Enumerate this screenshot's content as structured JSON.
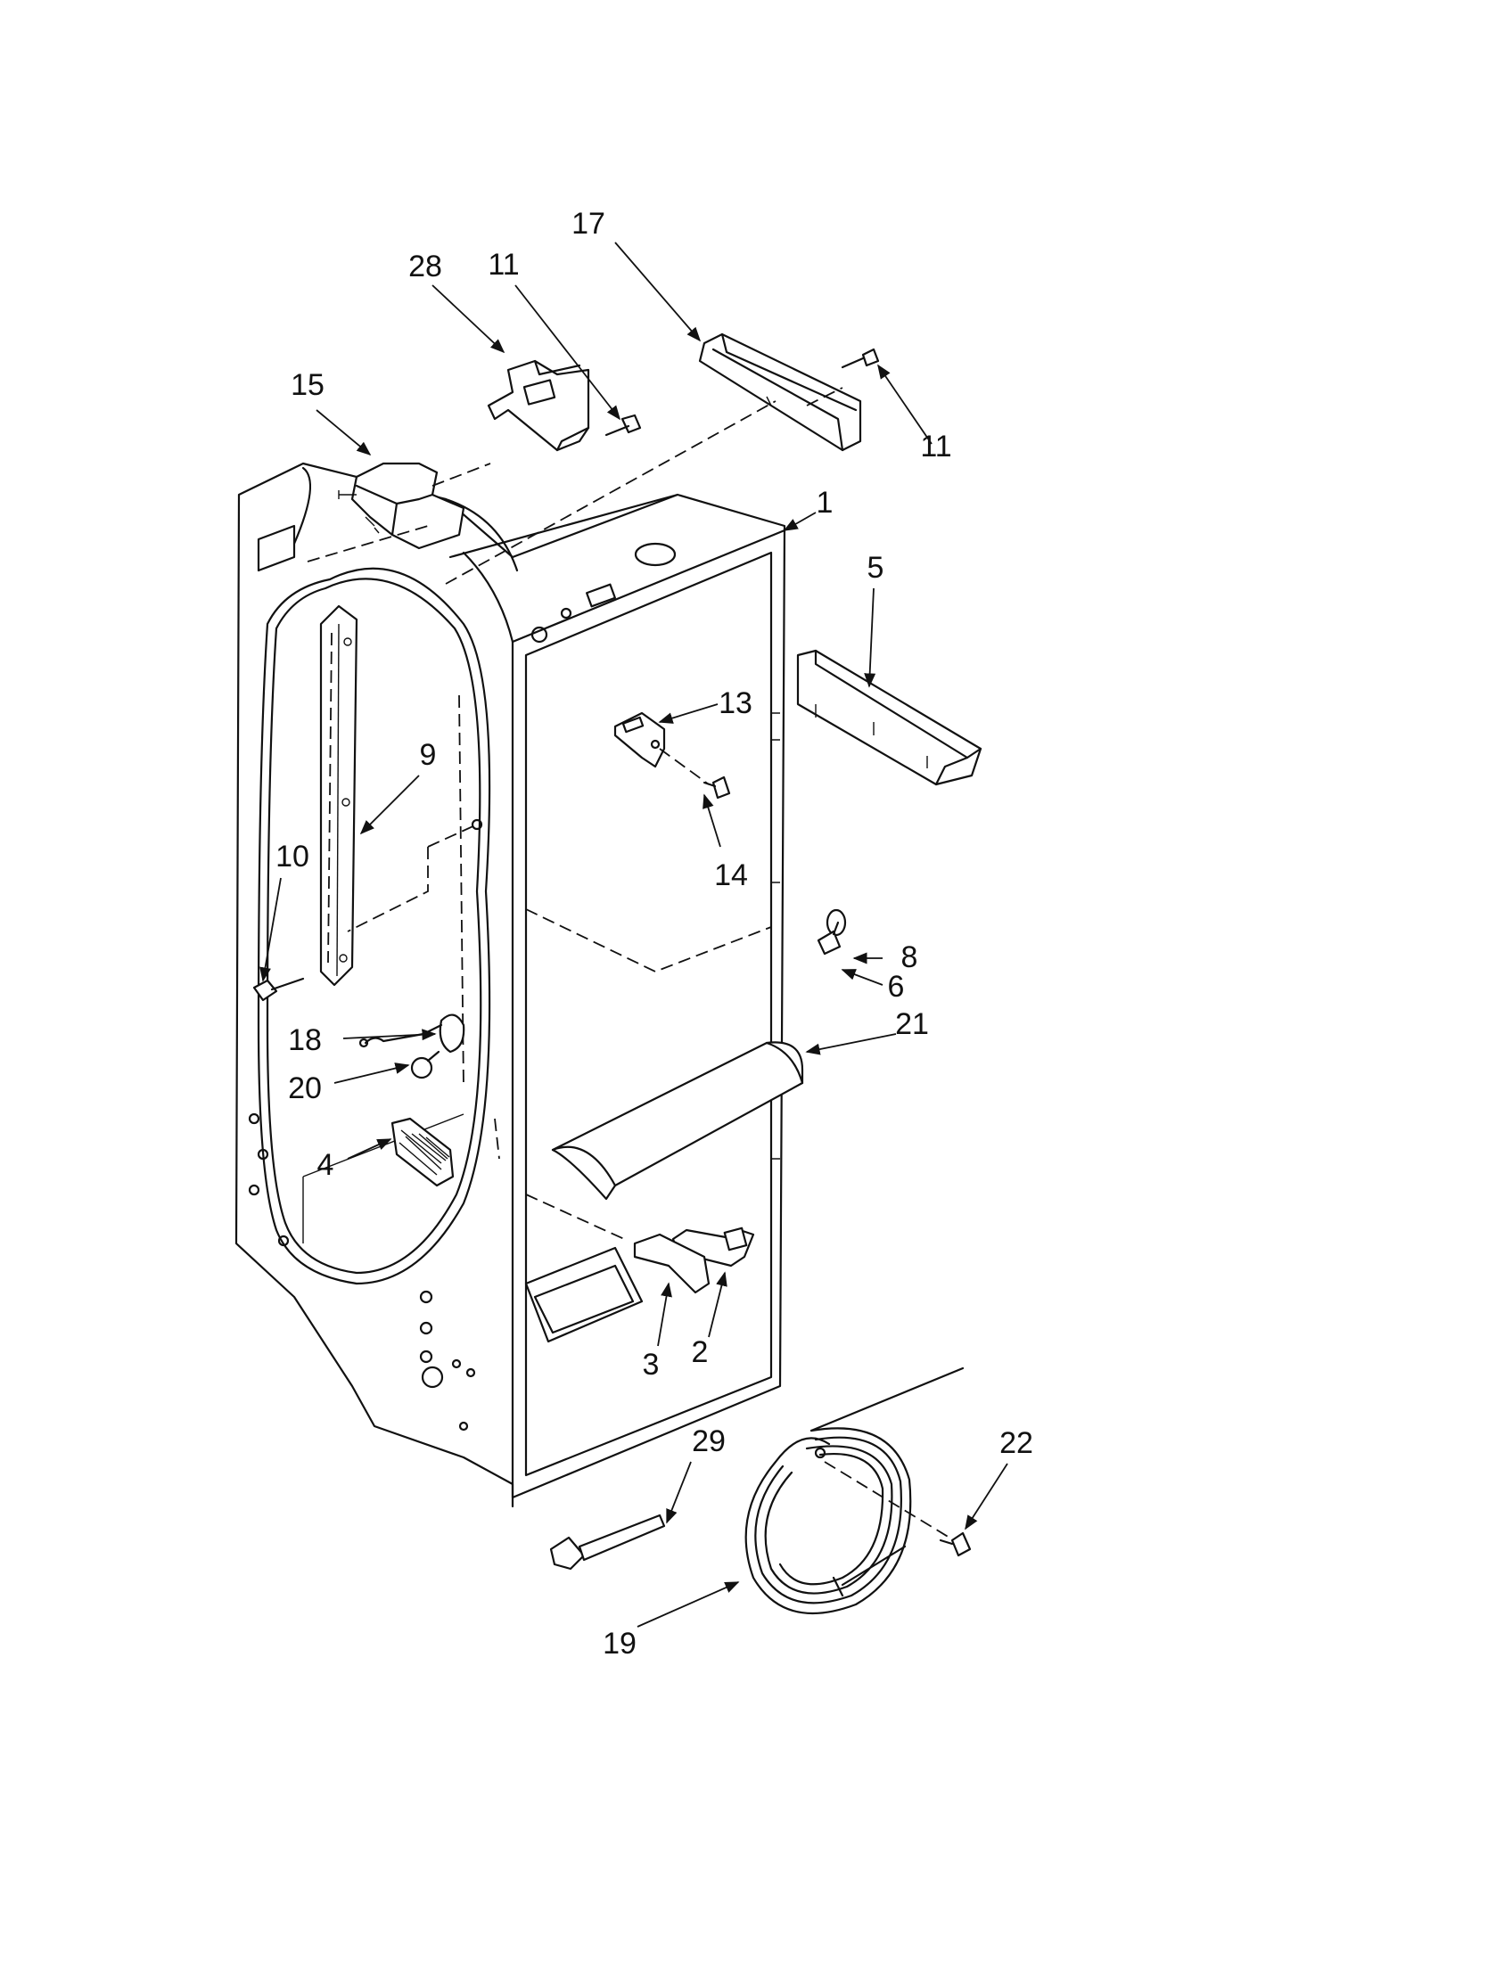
{
  "callouts": [
    {
      "id": "1",
      "label": "1"
    },
    {
      "id": "2",
      "label": "2"
    },
    {
      "id": "3",
      "label": "3"
    },
    {
      "id": "4",
      "label": "4"
    },
    {
      "id": "5",
      "label": "5"
    },
    {
      "id": "6",
      "label": "6"
    },
    {
      "id": "8",
      "label": "8"
    },
    {
      "id": "9",
      "label": "9"
    },
    {
      "id": "10",
      "label": "10"
    },
    {
      "id": "11a",
      "label": "11"
    },
    {
      "id": "11b",
      "label": "11"
    },
    {
      "id": "13",
      "label": "13"
    },
    {
      "id": "14",
      "label": "14"
    },
    {
      "id": "15",
      "label": "15"
    },
    {
      "id": "17",
      "label": "17"
    },
    {
      "id": "18",
      "label": "18"
    },
    {
      "id": "19",
      "label": "19"
    },
    {
      "id": "20",
      "label": "20"
    },
    {
      "id": "21",
      "label": "21"
    },
    {
      "id": "22",
      "label": "22"
    },
    {
      "id": "28",
      "label": "28"
    },
    {
      "id": "29",
      "label": "29"
    }
  ]
}
